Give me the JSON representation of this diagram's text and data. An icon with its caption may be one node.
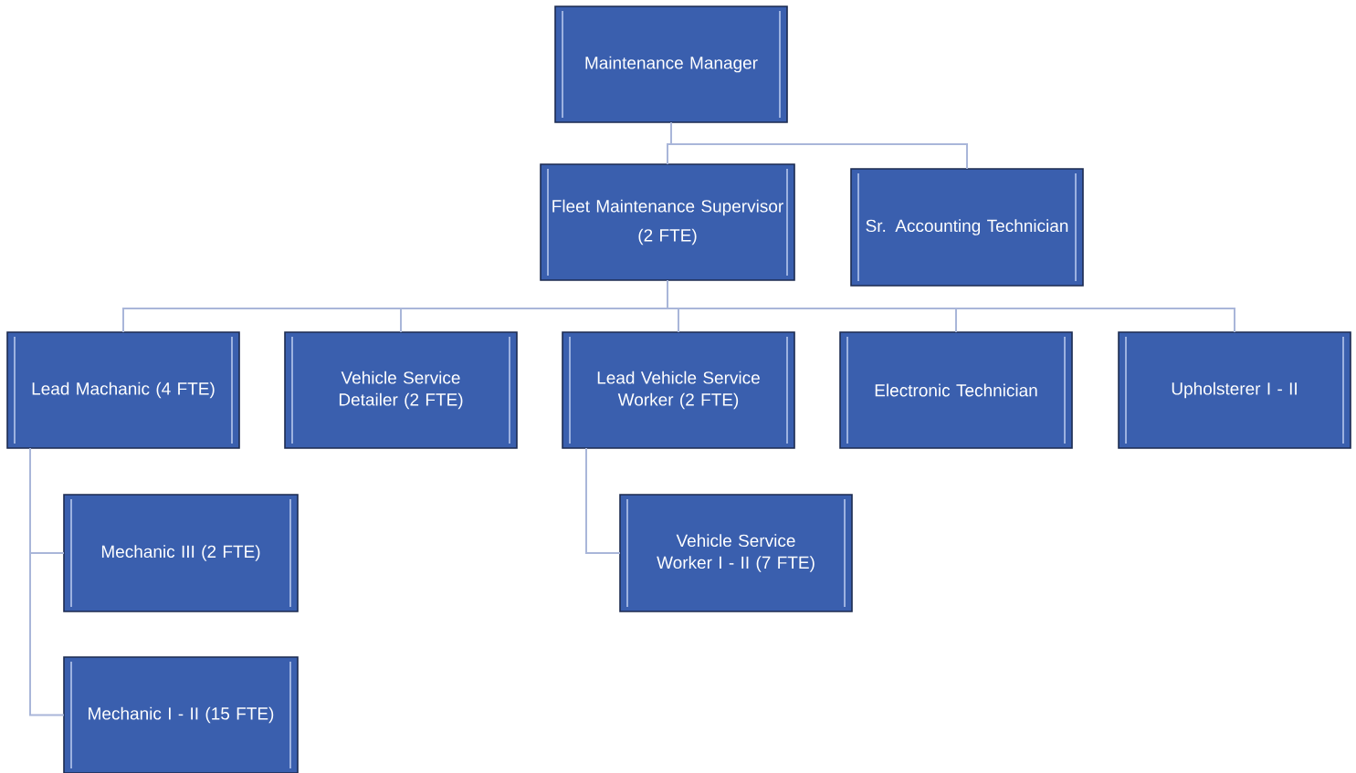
{
  "diagram": {
    "nodes": [
      {
        "text": [
          "Maintenance Manager"
        ]
      },
      {
        "text": [
          "Fleet Maintenance Supervisor",
          "(2 FTE)"
        ]
      },
      {
        "text": [
          "Sr. Accounting Technician"
        ]
      },
      {
        "text": [
          "Lead Machanic (4 FTE)"
        ]
      },
      {
        "text": [
          "Vehicle Service Detailer (2 FTE)"
        ]
      },
      {
        "text": [
          "Lead Vehicle Service Worker (2 FTE)"
        ]
      },
      {
        "text": [
          "Electronic Technician"
        ]
      },
      {
        "text": [
          "Upholsterer I - II"
        ]
      },
      {
        "text": [
          "Mechanic III (2 FTE)"
        ]
      },
      {
        "text": [
          "Mechanic I - II (15 FTE)"
        ]
      },
      {
        "text": [
          "Vehicle Service Worker I - II (7 FTE)"
        ]
      }
    ],
    "edges": [
      {
        "from": 0,
        "to": 1,
        "arrow": "none"
      },
      {
        "from": 0,
        "to": 2,
        "arrow": "none"
      },
      {
        "from": 1,
        "to": 3,
        "arrow": "none"
      },
      {
        "from": 1,
        "to": 4,
        "arrow": "none"
      },
      {
        "from": 1,
        "to": 5,
        "arrow": "none"
      },
      {
        "from": 1,
        "to": 6,
        "arrow": "none"
      },
      {
        "from": 1,
        "to": 7,
        "arrow": "none"
      },
      {
        "from": 3,
        "to": 8,
        "arrow": "none"
      },
      {
        "from": 3,
        "to": 9,
        "arrow": "none"
      },
      {
        "from": 5,
        "to": 10,
        "arrow": "none"
      }
    ]
  }
}
